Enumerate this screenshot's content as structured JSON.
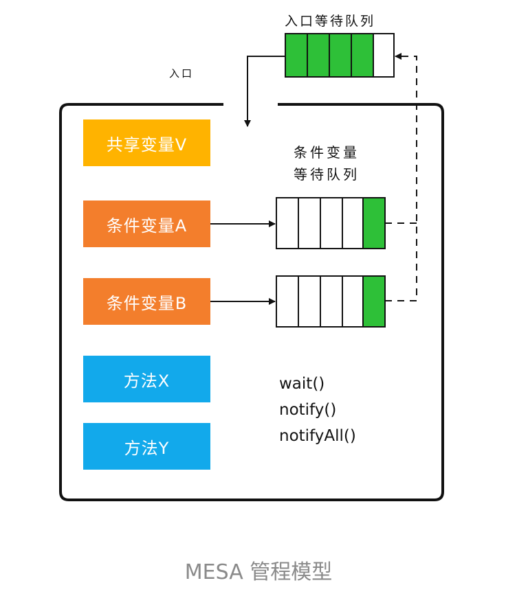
{
  "entry_label": "入口",
  "entry_queue_label": "入口等待队列",
  "condition_queue_label_line1": "条件变量",
  "condition_queue_label_line2": "等待队列",
  "boxes": {
    "shared_var": "共享变量V",
    "cond_a": "条件变量A",
    "cond_b": "条件变量B",
    "method_x": "方法X",
    "method_y": "方法Y"
  },
  "methods": [
    "wait()",
    "notify()",
    "notifyAll()"
  ],
  "caption": "MESA 管程模型",
  "colors": {
    "yellow": "#FFB300",
    "orange": "#F37E2C",
    "blue": "#12A9EB",
    "green": "#2EC038"
  }
}
